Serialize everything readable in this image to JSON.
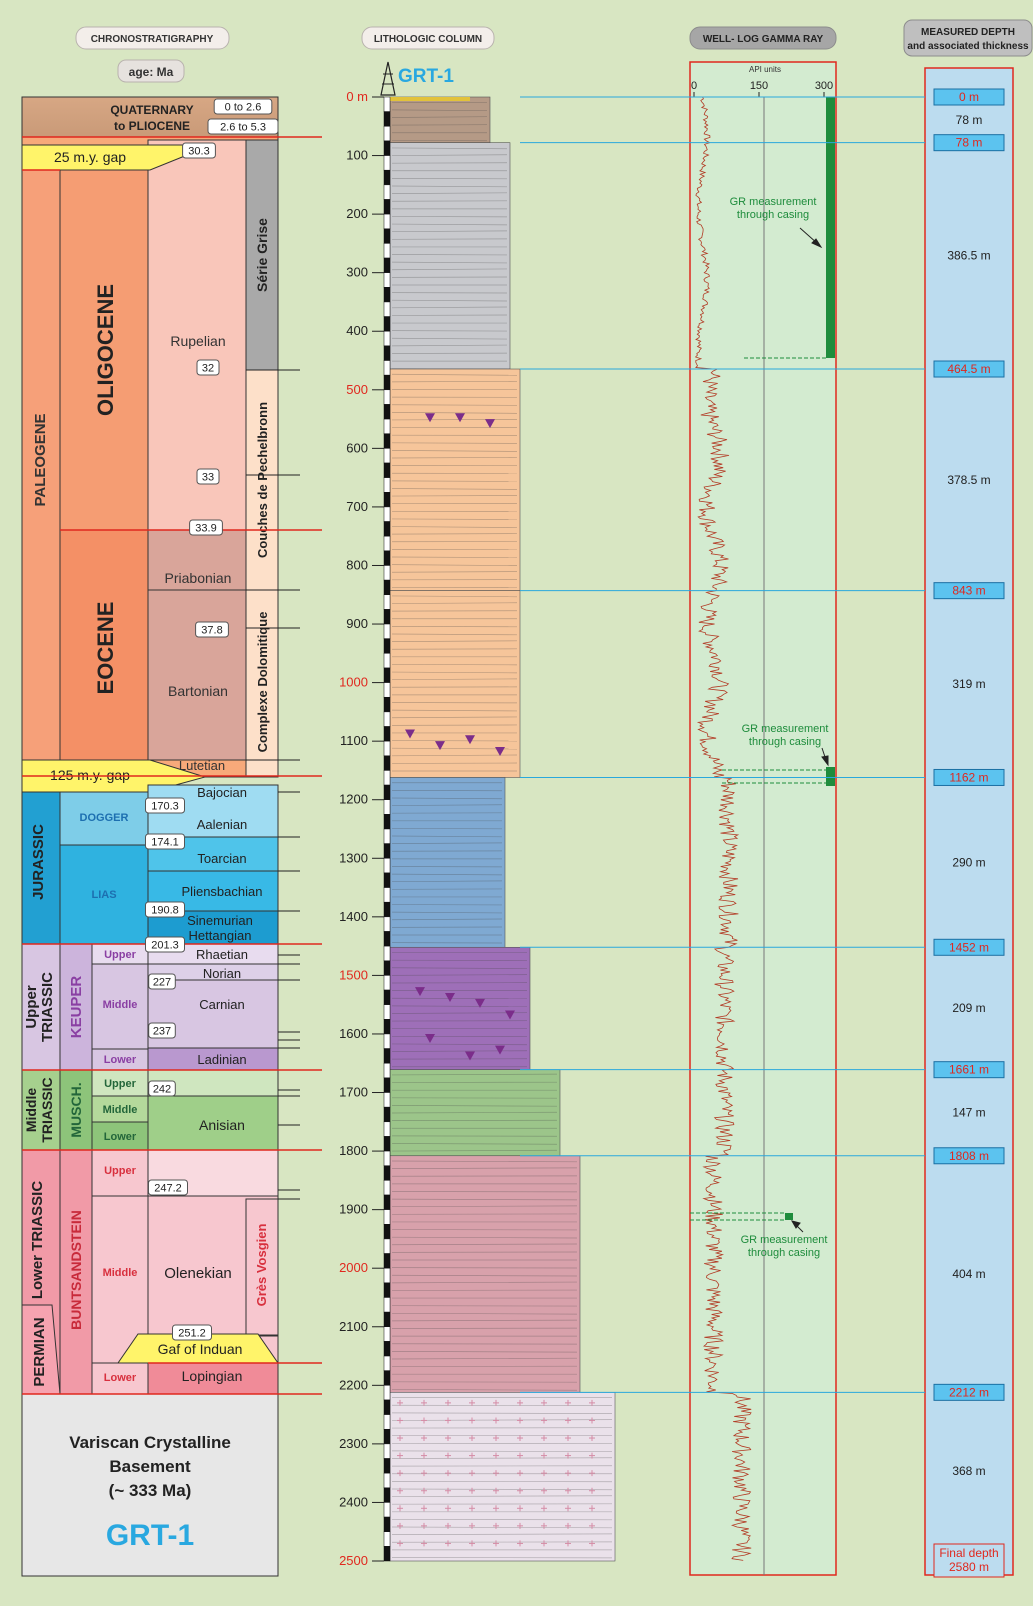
{
  "headers": {
    "chrono": "CHRONOSTRATIGRAPHY",
    "age": "age: Ma",
    "litho": "LITHOLOGIC COLUMN",
    "gamma": "WELL- LOG GAMMA RAY",
    "depth_line1": "MEASURED DEPTH",
    "depth_line2": "and associated thickness",
    "api_units": "API units",
    "well": "GRT-1"
  },
  "colors": {
    "background": "#d8e6c2",
    "depth_red": "#e0281e",
    "marker_blue": "#2aa8dc",
    "gr_green": "#1e8c3c",
    "gr_trace": "#b23a24",
    "depth_panel": "#bcdcef"
  },
  "depth_axis": {
    "min": 0,
    "max": 2500,
    "unit": "m",
    "ticks": [
      "0 m",
      "100",
      "200",
      "300",
      "400",
      "500",
      "600",
      "700",
      "800",
      "900",
      "1000",
      "1100",
      "1200",
      "1300",
      "1400",
      "1500",
      "1600",
      "1700",
      "1800",
      "1900",
      "2000",
      "2100",
      "2200",
      "2300",
      "2400",
      "2500"
    ],
    "red_ticks": [
      0,
      500,
      1000,
      1500,
      2000,
      2500
    ]
  },
  "gamma_axis": {
    "ticks": [
      "0",
      "150",
      "300"
    ],
    "min": 0,
    "max": 300
  },
  "gr_notes": [
    "GR measurement through casing",
    "GR measurement through casing",
    "GR measurement through casing"
  ],
  "chrono": {
    "quaternary": "QUATERNARY to PLIOCENE",
    "gap1": "25 m.y. gap",
    "gap2": "125 m.y. gap",
    "paleogene": "PALEOGENE",
    "oligocene": "OLIGOCENE",
    "eocene": "EOCENE",
    "rupelian": "Rupelian",
    "priabonian": "Priabonian",
    "bartonian": "Bartonian",
    "lutetian": "Lutetian",
    "serie_grise": "Série Grise",
    "pechelbronn": "Couches de Pechelbronn",
    "dolomitique": "Complexe Dolomitique",
    "jurassic": "JURASSIC",
    "dogger": "DOGGER",
    "lias": "LIAS",
    "bajocian": "Bajocian",
    "aalenian": "Aalenian",
    "toarcian": "Toarcian",
    "pliensbachian": "Pliensbachian",
    "sinemurian": "Sinemurian",
    "hettangian": "Hettangian",
    "upper_triassic_1": "Upper",
    "upper_triassic_2": "TRIASSIC",
    "keuper": "KEUPER",
    "k_upper": "Upper",
    "k_middle": "Middle",
    "k_lower": "Lower",
    "rhaetian": "Rhaetian",
    "norian": "Norian",
    "carnian": "Carnian",
    "ladinian": "Ladinian",
    "middle_triassic_1": "Middle",
    "middle_triassic_2": "TRIASSIC",
    "musch": "MUSCH.",
    "m_upper": "Upper",
    "m_middle": "Middle",
    "m_lower": "Lower",
    "anisian": "Anisian",
    "lower_triassic": "Lower TRIASSIC",
    "permian": "PERMIAN",
    "buntsandstein": "BUNTSANDSTEIN",
    "b_upper": "Upper",
    "b_middle": "Middle",
    "b_lower": "Lower",
    "olenekian": "Olenekian",
    "gres_vosgien": "Grès Vosgien",
    "gaf_induan": "Gaf of Induan",
    "lopingian": "Lopingian",
    "basement1": "Variscan Crystalline",
    "basement2": "Basement",
    "basement3": "(~ 333 Ma)",
    "grt1": "GRT-1"
  },
  "ages": [
    "0 to 2.6",
    "2.6 to 5.3",
    "30.3",
    "32",
    "33",
    "33.9",
    "37.8",
    "170.3",
    "174.1",
    "190.8",
    "201.3",
    "227",
    "237",
    "242",
    "247.2",
    "251.2"
  ],
  "depth_markers": [
    {
      "depth": 0,
      "label": "0 m"
    },
    {
      "depth": 78,
      "label": "78 m"
    },
    {
      "depth": 464.5,
      "label": "464.5 m"
    },
    {
      "depth": 843,
      "label": "843 m"
    },
    {
      "depth": 1162,
      "label": "1162 m"
    },
    {
      "depth": 1452,
      "label": "1452 m"
    },
    {
      "depth": 1661,
      "label": "1661 m"
    },
    {
      "depth": 1808,
      "label": "1808 m"
    },
    {
      "depth": 2212,
      "label": "2212 m"
    }
  ],
  "final_depth": {
    "line1": "Final depth",
    "line2": "2580 m"
  },
  "thicknesses": [
    {
      "depth": 39,
      "label": "78 m"
    },
    {
      "depth": 271,
      "label": "386.5 m"
    },
    {
      "depth": 654,
      "label": "378.5 m"
    },
    {
      "depth": 1002,
      "label": "319 m"
    },
    {
      "depth": 1307,
      "label": "290 m"
    },
    {
      "depth": 1556,
      "label": "209 m"
    },
    {
      "depth": 1734,
      "label": "147 m"
    },
    {
      "depth": 2010,
      "label": "404 m"
    },
    {
      "depth": 2346,
      "label": "368 m"
    }
  ]
}
